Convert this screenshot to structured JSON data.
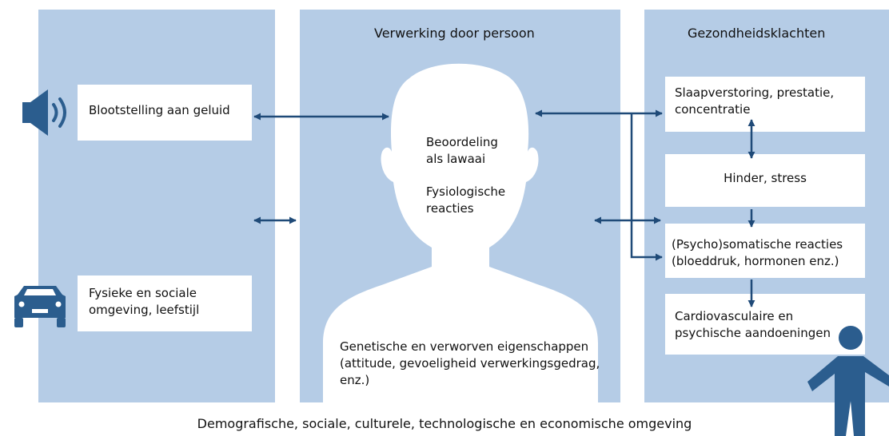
{
  "colors": {
    "panel": "#b5cce6",
    "arrow": "#1f4a78",
    "icon": "#2b5d8e"
  },
  "left": {
    "box1": {
      "line1": "Blootstelling aan geluid"
    },
    "box2": {
      "line1": "Fysieke en sociale",
      "line2": "omgeving, leefstijl"
    },
    "icons": [
      "speaker-icon",
      "car-icon"
    ]
  },
  "middle": {
    "title": "Verwerking door persoon",
    "assessment": {
      "line1": "Beoordeling",
      "line2": "als lawaai"
    },
    "physio": {
      "line1": "Fysiologische",
      "line2": "reacties"
    },
    "traits": {
      "line1": "Genetische en verworven eigenschappen",
      "line2": "(attitude, gevoeligheid verwerkingsgedrag,",
      "line3": "enz.)"
    },
    "icons": [
      "person-silhouette-icon"
    ]
  },
  "right": {
    "title": "Gezondheidsklachten",
    "box1": {
      "line1": "Slaapverstoring, prestatie,",
      "line2": "concentratie"
    },
    "box2": {
      "line1": "Hinder, stress"
    },
    "box3": {
      "line1": "(Psycho)somatische reacties",
      "line2": "(bloeddruk, hormonen enz.)"
    },
    "box4": {
      "line1": "Cardiovasculaire en",
      "line2": "psychische aandoeningen"
    },
    "icons": [
      "person-icon"
    ]
  },
  "footer": "Demografische, sociale, culturele, technologische en economische omgeving"
}
